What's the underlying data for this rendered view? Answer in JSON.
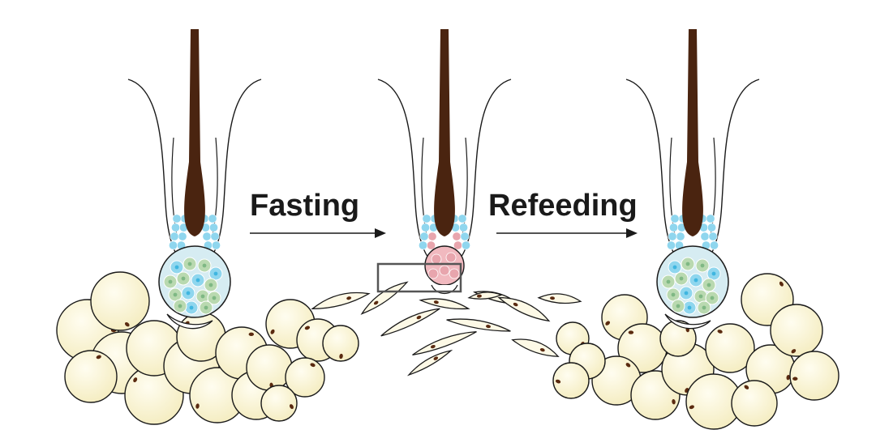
{
  "diagram": {
    "labels": {
      "fasting": "Fasting",
      "refeeding": "Refeeding"
    },
    "colors": {
      "hair_shaft": "#4a2410",
      "stem_cell_blue": "#8fd6ee",
      "stem_cell_nucleus": "#3fb6e0",
      "progenitor_green": "#b9d9b0",
      "apoptotic_pink": "#e8a5ad",
      "adipocyte_fill": "#fbf6d8",
      "adipocyte_nucleus": "#5a2a10",
      "outline": "#1a1a1a",
      "highlight_box": "#555555"
    },
    "stages": [
      "normal follicle",
      "fasting follicle",
      "refed follicle"
    ]
  }
}
